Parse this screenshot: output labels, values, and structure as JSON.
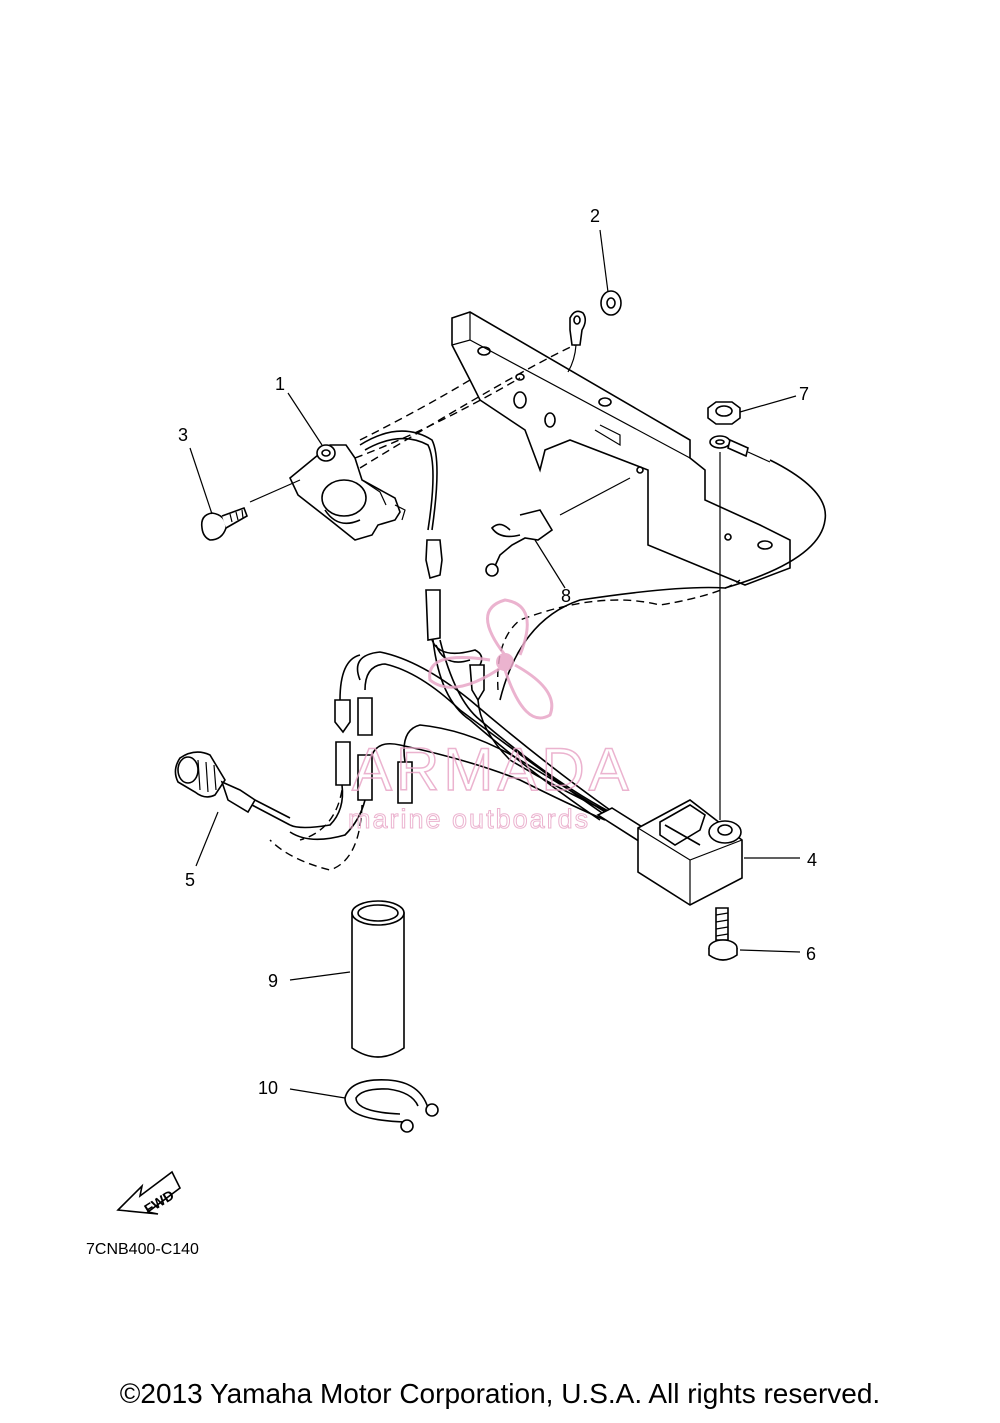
{
  "callouts": [
    "1",
    "2",
    "3",
    "4",
    "5",
    "6",
    "7",
    "8",
    "9",
    "10"
  ],
  "fwd_label": "FWD",
  "diagram_code": "7CNB400-C140",
  "watermark": {
    "title": "ARMADA",
    "subtitle": "marine outboards",
    "color": "#e8a6c7"
  },
  "copyright": "©2013 Yamaha Motor Corporation, U.S.A. All rights reserved."
}
